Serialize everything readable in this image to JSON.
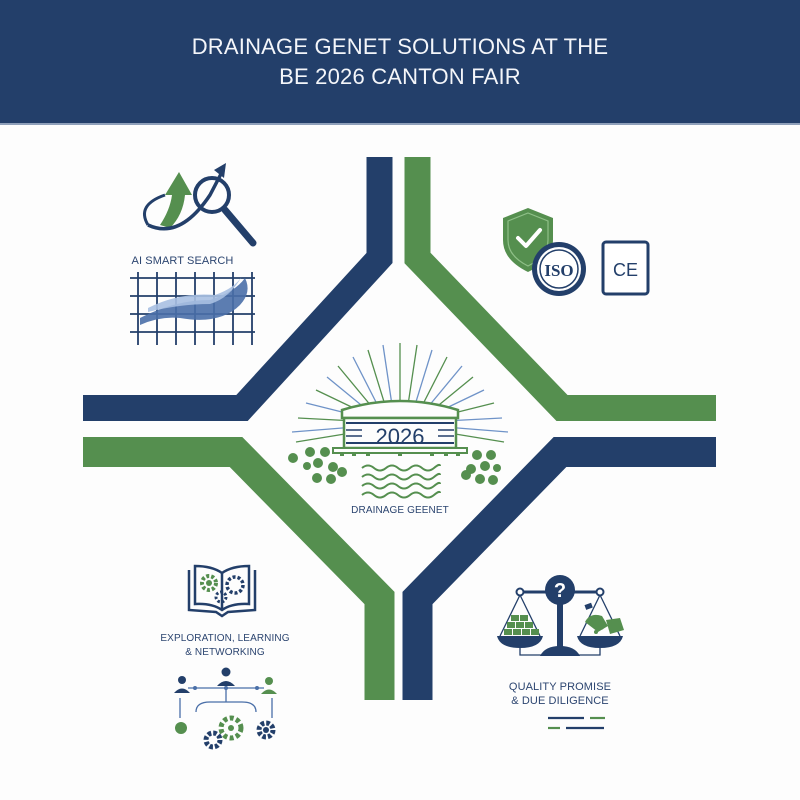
{
  "header": {
    "title_line1": "DRAINAGE GENET SOLUTIONS AT THE",
    "title_line2": "BE 2026 CANTON FAIR"
  },
  "colors": {
    "navy": "#233f6a",
    "green": "#558f4f",
    "light_blue": "#6f93c8",
    "background": "#fdfdfd"
  },
  "center": {
    "year": "2026",
    "label": "DRAINAGE GEENET",
    "icons": [
      "stadium-icon",
      "hexagon-cluster-icon",
      "water-waves-icon",
      "sunburst-rays"
    ]
  },
  "quadrants": {
    "top_left": {
      "label": "AI SMART SEARCH",
      "icons": [
        "growth-arrow-icon",
        "magnifying-glass-icon",
        "wave-grid-chart-icon"
      ]
    },
    "top_right": {
      "label": "",
      "icons": [
        "shield-check-icon",
        "iso-seal-icon",
        "ce-mark-icon"
      ],
      "iso_text": "ISO",
      "ce_text": "CE"
    },
    "bottom_left": {
      "label_line1": "EXPLORATION, LEARNING",
      "label_line2": "& NETWORKING",
      "icons": [
        "open-book-gears-icon",
        "people-network-icon",
        "gears-icon"
      ]
    },
    "bottom_right": {
      "label_line1": "QUALITY PROMISE",
      "label_line2": "& DUE DILIGENCE",
      "icons": [
        "balance-scale-icon",
        "question-mark-icon"
      ],
      "question_mark": "?"
    }
  }
}
